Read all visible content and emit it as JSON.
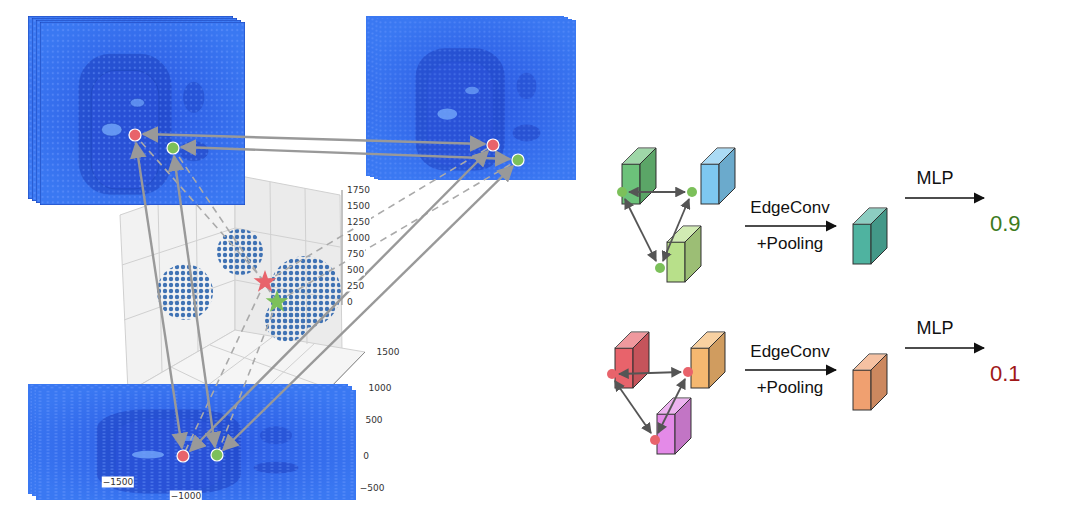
{
  "diagram": {
    "labels": [
      "1750",
      "1500",
      "1250",
      "1000",
      "750",
      "500",
      "250",
      "0",
      "−1500",
      "−1000",
      "1500",
      "1000",
      "500",
      "0",
      "−500",
      "EdgeConv +Pooling",
      "MLP",
      "0.9",
      "EdgeConv +Pooling",
      "MLP",
      "0.1"
    ]
  }
}
